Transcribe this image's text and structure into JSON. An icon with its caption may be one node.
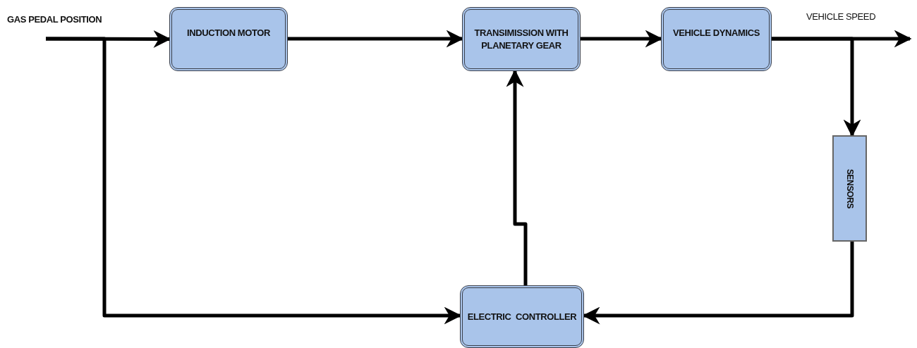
{
  "diagram": {
    "nodes": [
      {
        "text": [
          "INDUCTION MOTOR"
        ]
      },
      {
        "text": [
          "TRANSIMISSION WITH PLANETARY GEAR"
        ]
      },
      {
        "text": [
          "VEHICLE DYNAMICS"
        ]
      },
      {
        "text": [
          "SENSORS"
        ]
      },
      {
        "text": [
          "ELECTRIC  CONTROLLER"
        ]
      }
    ],
    "edges": [
      {
        "from": null,
        "to": 0,
        "arrow": "to"
      },
      {
        "from": null,
        "to": 4,
        "arrow": "to"
      },
      {
        "from": 0,
        "to": 1,
        "arrow": "to"
      },
      {
        "from": 1,
        "to": 2,
        "arrow": "to"
      },
      {
        "from": 2,
        "to": null,
        "arrow": "to"
      },
      {
        "from": 2,
        "to": 3,
        "arrow": "to"
      },
      {
        "from": 3,
        "to": 4,
        "arrow": "to"
      },
      {
        "from": 4,
        "to": 1,
        "arrow": "to"
      }
    ],
    "labels": [
      "GAS PEDAL POSITION",
      "VEHICLE SPEED"
    ]
  }
}
